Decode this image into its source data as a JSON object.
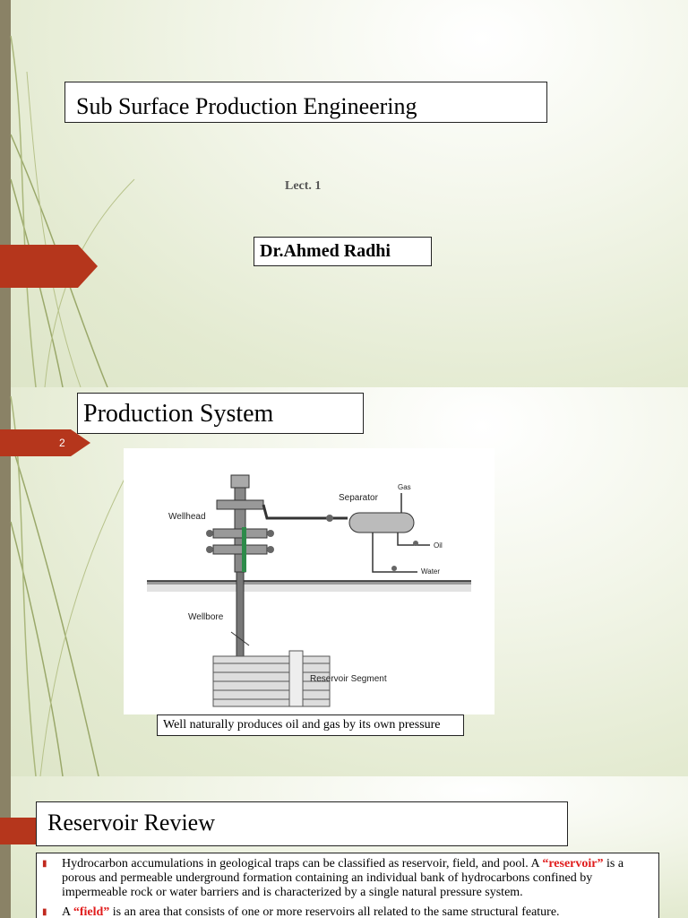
{
  "slide1": {
    "title": "Sub Surface Production Engineering",
    "lecture": "Lect. 1",
    "author": "Dr.Ahmed Radhi"
  },
  "slide2": {
    "slide_number": "2",
    "title": "Production System",
    "diagram_labels": {
      "gas": "Gas",
      "separator": "Separator",
      "wellhead": "Wellhead",
      "oil": "Oil",
      "water": "Water",
      "wellbore": "Wellbore",
      "reservoir": "Reservoir Segment"
    },
    "caption": "Well naturally produces oil and gas by its own pressure"
  },
  "slide3": {
    "title": "Reservoir Review",
    "p1_a": "Hydrocarbon accumulations in geological traps can be classified as reservoir, field, and pool. A ",
    "p1_term": "“reservoir”",
    "p1_b": " is a porous and permeable underground formation containing an individual bank of hydrocarbons confined by impermeable rock or water barriers and is characterized by a single natural pressure system.",
    "p2_a": "A ",
    "p2_term": "“field”",
    "p2_b": " is an area that consists of one or more reservoirs all related to the same structural feature."
  },
  "colors": {
    "accent": "#b5361c",
    "highlight": "#e01b1b"
  }
}
